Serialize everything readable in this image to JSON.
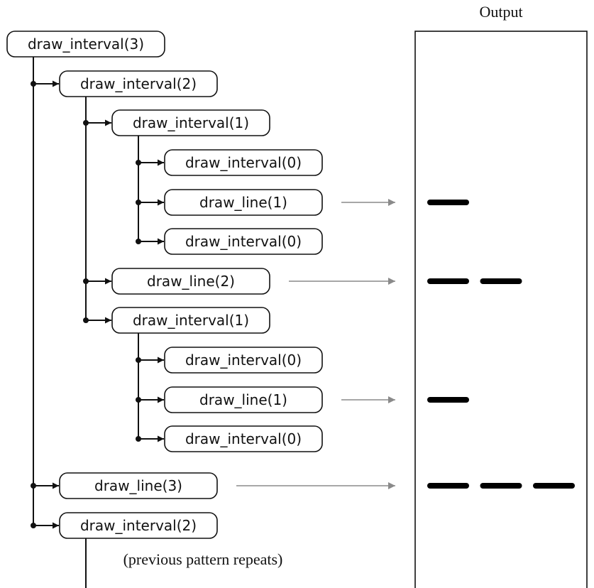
{
  "output_title": "Output",
  "footnote": "(previous pattern repeats)",
  "calls": [
    {
      "label": "draw_interval(3)",
      "depth": 0,
      "emits": null
    },
    {
      "label": "draw_interval(2)",
      "depth": 1,
      "emits": null
    },
    {
      "label": "draw_interval(1)",
      "depth": 2,
      "emits": null
    },
    {
      "label": "draw_interval(0)",
      "depth": 3,
      "emits": null
    },
    {
      "label": "draw_line(1)",
      "depth": 3,
      "emits": 1
    },
    {
      "label": "draw_interval(0)",
      "depth": 3,
      "emits": null
    },
    {
      "label": "draw_line(2)",
      "depth": 2,
      "emits": 2
    },
    {
      "label": "draw_interval(1)",
      "depth": 2,
      "emits": null
    },
    {
      "label": "draw_interval(0)",
      "depth": 3,
      "emits": null
    },
    {
      "label": "draw_line(1)",
      "depth": 3,
      "emits": 1
    },
    {
      "label": "draw_interval(0)",
      "depth": 3,
      "emits": null
    },
    {
      "label": "draw_line(3)",
      "depth": 1,
      "emits": 3
    },
    {
      "label": "draw_interval(2)",
      "depth": 1,
      "emits": null
    }
  ]
}
